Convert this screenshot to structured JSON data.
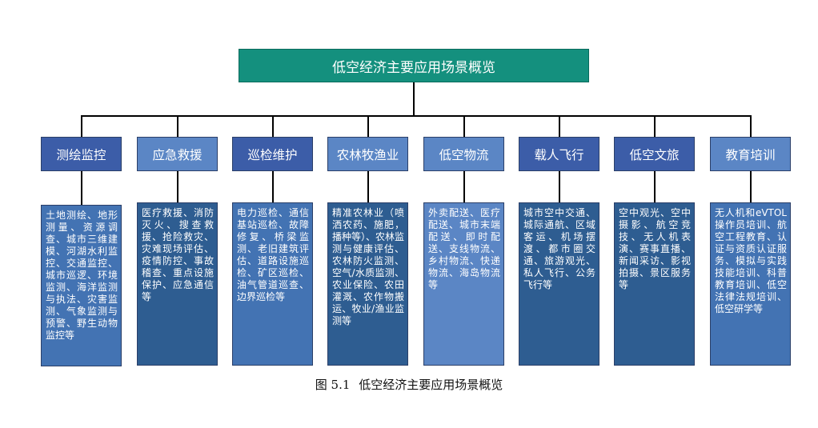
{
  "root": {
    "label": "低空经济主要应用场景概览"
  },
  "colors": {
    "root_fill": "#14907e",
    "dark_blue": "#3c5da8",
    "mid_blue": "#5b86c5",
    "desc_blue": "#4373b3",
    "desc_blue_alt": "#2e5d91"
  },
  "categories": [
    {
      "label": "测绘监控",
      "description": "土地测绘、地形测量、资源调查、城市三维建模、河湖水利监控、交通监控、城市巡逻、环境监测、海洋监测与执法、灾害监测、气象监测与预警、野生动物监控等"
    },
    {
      "label": "应急救援",
      "description": "医疗救援、消防灭火、搜查救援、抢险救灾、灾难现场评估、疫情防控、事故稽查、重点设施保护、应急通信等"
    },
    {
      "label": "巡检维护",
      "description": "电力巡检、通信基站巡检、故障修复、桥梁监测、老旧建筑评估、道路设施巡检、矿区巡检、油气管道巡查、边界巡检等"
    },
    {
      "label": "农林牧渔业",
      "description": "精准农林业（喷洒农药、施肥，播种等）、农林监测与健康评估、农林防火监测、空气/水质监测、农业保险、农田灌溉、农作物搬运、牧业/渔业监测等"
    },
    {
      "label": "低空物流",
      "description": "外卖配送、医疗配送、城市末端配送、即时配送、支线物流、乡村物流、快递物流、海岛物流等"
    },
    {
      "label": "载人飞行",
      "description": "城市空中交通、城际通航、区域客运、机场摆渡、都市圈交通、旅游观光、私人飞行、公务飞行等"
    },
    {
      "label": "低空文旅",
      "description": "空中观光、空中摄影、航空竞技、无人机表演、赛事直播、新闻采访、影视拍摄、景区服务等"
    },
    {
      "label": "教育培训",
      "description": "无人机和eVTOL操作员培训、航空工程教育、认证与资质认证服务、模拟与实践技能培训、科普教育培训、低空法律法规培训、低空研学等"
    }
  ],
  "caption": {
    "number": "图 5.1",
    "title": "低空经济主要应用场景概览"
  }
}
